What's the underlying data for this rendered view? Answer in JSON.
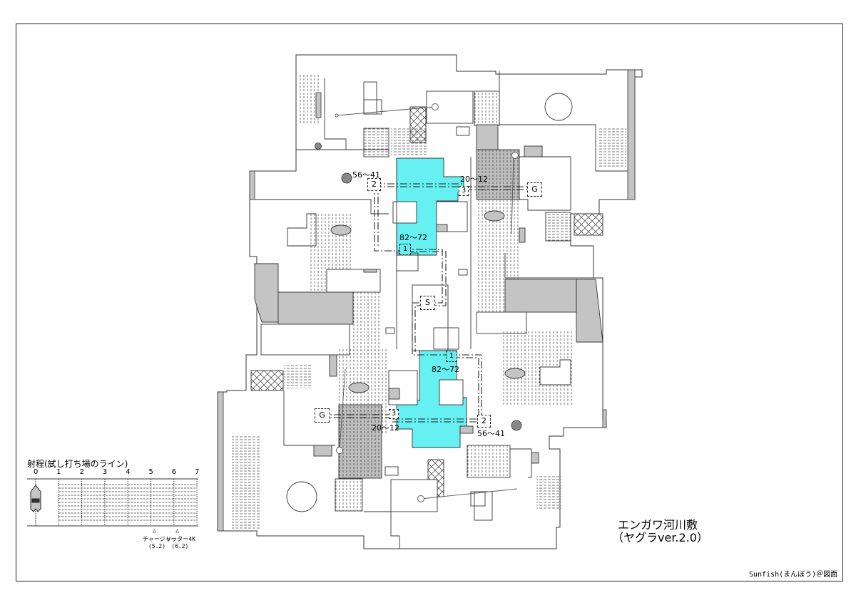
{
  "title": {
    "line1": "エンガワ河川敷",
    "line2": "（ヤグラver.2.0）"
  },
  "credit": "Sunfish(まんぼう)＠図面",
  "range_legend": {
    "heading": "射程(試し打ち場のライン)",
    "ticks": [
      "0",
      "1",
      "2",
      "3",
      "4",
      "5",
      "6",
      "7"
    ],
    "markers": [
      {
        "line1": "チャージャー",
        "line2": "(5.2)",
        "value": 5.2
      },
      {
        "line1": "リッター4K",
        "line2": "(6.2)",
        "value": 6.2
      }
    ]
  },
  "route_labels": {
    "top_left_range": "56～41",
    "top_right_range": "20～12",
    "top_mid_range": "82～72",
    "bottom_mid_range": "82～72",
    "bottom_left_range": "20～12",
    "bottom_right_range": "56～41"
  },
  "checkpoints": {
    "top_1": "1",
    "top_2": "2",
    "top_3": "3",
    "bottom_1": "1",
    "bottom_2": "2",
    "bottom_3": "3",
    "start": "S",
    "goal_top": "G",
    "goal_bottom": "G"
  },
  "colors": {
    "tower_zone": "#66f0f2",
    "wall_grey": "#c4c4c4",
    "outline": "#333333"
  }
}
